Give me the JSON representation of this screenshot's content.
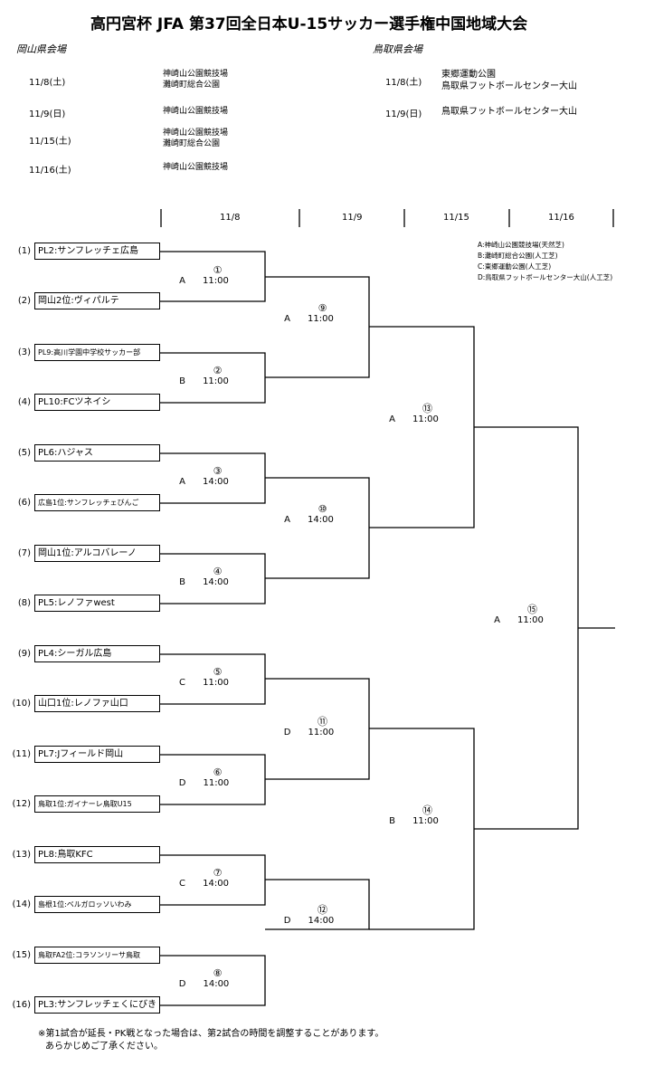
{
  "title": "高円宮杯 JFA 第37回全日本U-15サッカー選手権中国地域大会",
  "okayama": {
    "heading": "岡山県会場",
    "rows": [
      {
        "date": "11/8(土)",
        "venues": [
          "神崎山公園競技場",
          "灘崎町総合公園"
        ]
      },
      {
        "date": "11/9(日)",
        "venues": [
          "神崎山公園競技場"
        ]
      },
      {
        "date": "11/15(土)",
        "venues": [
          "神崎山公園競技場",
          "灘崎町総合公園"
        ]
      },
      {
        "date": "11/16(土)",
        "venues": [
          "神崎山公園競技場"
        ]
      }
    ]
  },
  "tottori": {
    "heading": "鳥取県会場",
    "rows": [
      {
        "date": "11/8(土)",
        "venues": [
          "東郷運動公園",
          "鳥取県フットボールセンター大山"
        ]
      },
      {
        "date": "11/9(日)",
        "venues": [
          "鳥取県フットボールセンター大山"
        ]
      }
    ]
  },
  "round_dates": [
    "11/8",
    "11/9",
    "11/15",
    "11/16"
  ],
  "teams": [
    {
      "no": "(1)",
      "name": "PL2:サンフレッチェ広島"
    },
    {
      "no": "(2)",
      "name": "岡山2位:ヴィパルテ"
    },
    {
      "no": "(3)",
      "name": "PL9:高川学園中学校サッカー部"
    },
    {
      "no": "(4)",
      "name": "PL10:FCツネイシ"
    },
    {
      "no": "(5)",
      "name": "PL6:ハジャス"
    },
    {
      "no": "(6)",
      "name": "広島1位:サンフレッチェびんご"
    },
    {
      "no": "(7)",
      "name": "岡山1位:アルコバレーノ"
    },
    {
      "no": "(8)",
      "name": "PL5:レノファwest"
    },
    {
      "no": "(9)",
      "name": "PL4:シーガル広島"
    },
    {
      "no": "(10)",
      "name": "山口1位:レノファ山口"
    },
    {
      "no": "(11)",
      "name": "PL7:Jフィールド岡山"
    },
    {
      "no": "(12)",
      "name": "鳥取1位:ガイナーレ鳥取U15"
    },
    {
      "no": "(13)",
      "name": "PL8:鳥取KFC"
    },
    {
      "no": "(14)",
      "name": "島根1位:ベルガロッソいわみ"
    },
    {
      "no": "(15)",
      "name": "鳥取FA2位:コラソンリーサ鳥取"
    },
    {
      "no": "(16)",
      "name": "PL3:サンフレッチェくにびき"
    }
  ],
  "matches": [
    {
      "num": "①",
      "venue": "A",
      "time": "11:00"
    },
    {
      "num": "②",
      "venue": "B",
      "time": "11:00"
    },
    {
      "num": "③",
      "venue": "A",
      "time": "14:00"
    },
    {
      "num": "④",
      "venue": "B",
      "time": "14:00"
    },
    {
      "num": "⑤",
      "venue": "C",
      "time": "11:00"
    },
    {
      "num": "⑥",
      "venue": "D",
      "time": "11:00"
    },
    {
      "num": "⑦",
      "venue": "C",
      "time": "14:00"
    },
    {
      "num": "⑧",
      "venue": "D",
      "time": "14:00"
    },
    {
      "num": "⑨",
      "venue": "A",
      "time": "11:00"
    },
    {
      "num": "⑩",
      "venue": "A",
      "time": "14:00"
    },
    {
      "num": "⑪",
      "venue": "D",
      "time": "11:00"
    },
    {
      "num": "⑫",
      "venue": "D",
      "time": "14:00"
    },
    {
      "num": "⑬",
      "venue": "A",
      "time": "11:00"
    },
    {
      "num": "⑭",
      "venue": "B",
      "time": "11:00"
    },
    {
      "num": "⑮",
      "venue": "A",
      "time": "11:00"
    }
  ],
  "legend": [
    "A:神崎山公園競技場(天然芝)",
    "B:灘崎町総合公園(人工芝)",
    "C:東郷運動公園(人工芝)",
    "D:鳥取県フットボールセンター大山(人工芝)"
  ],
  "note": [
    "※第1試合が延長・PK戦となった場合は、第2試合の時間を調整することがあります。",
    "あらかじめご了承ください。"
  ]
}
